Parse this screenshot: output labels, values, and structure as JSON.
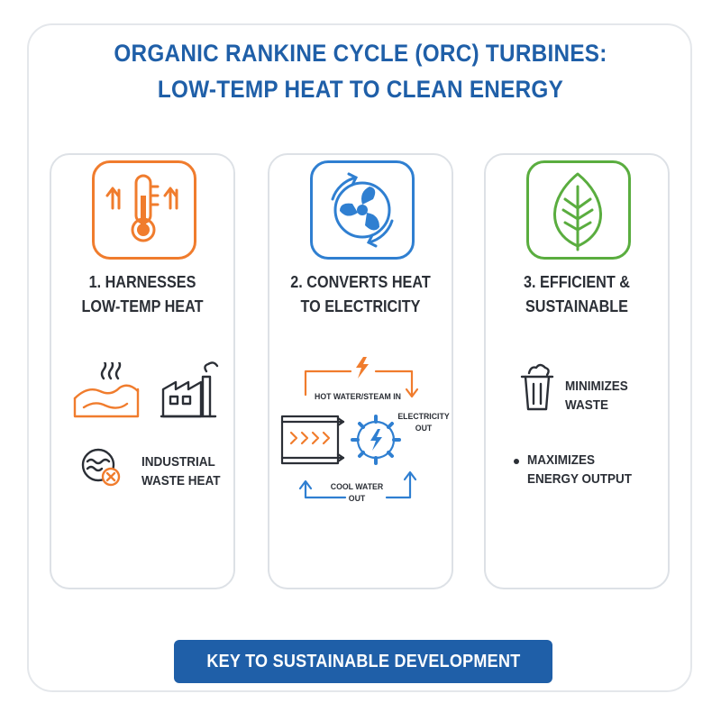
{
  "title": {
    "line1": "ORGANIC RANKINE CYCLE (ORC) TURBINES:",
    "line2": "LOW-TEMP HEAT TO CLEAN ENERGY"
  },
  "cards": [
    {
      "heading_line1": "1. HARNESSES",
      "heading_line2": "LOW-TEMP HEAT",
      "accent": "#f07c2d",
      "icon": "thermometer-icon",
      "items": [
        {
          "icon": "geothermal-icon"
        },
        {
          "icon": "factory-icon"
        },
        {
          "icon": "waste-heat-icon",
          "label_line1": "INDUSTRIAL",
          "label_line2": "WASTE HEAT"
        }
      ]
    },
    {
      "heading_line1": "2. CONVERTS HEAT",
      "heading_line2": "TO ELECTRICITY",
      "accent": "#2f7fd1",
      "icon": "turbine-fan-icon",
      "diagram": {
        "hot_in": "HOT WATER/STEAM IN",
        "elec_line1": "ELECTRICITY",
        "elec_line2": "OUT",
        "cool_line1": "COOL WATER",
        "cool_line2": "OUT"
      }
    },
    {
      "heading_line1": "3. EFFICIENT &",
      "heading_line2": "SUSTAINABLE",
      "accent": "#5aad3f",
      "icon": "leaf-icon",
      "items": [
        {
          "icon": "trash-bin-icon",
          "label_line1": "MINIMIZES",
          "label_line2": "WASTE"
        },
        {
          "icon": "bullet-icon",
          "label_line1": "MAXIMIZES",
          "label_line2": "ENERGY OUTPUT"
        }
      ]
    }
  ],
  "footer": "KEY TO SUSTAINABLE DEVELOPMENT"
}
